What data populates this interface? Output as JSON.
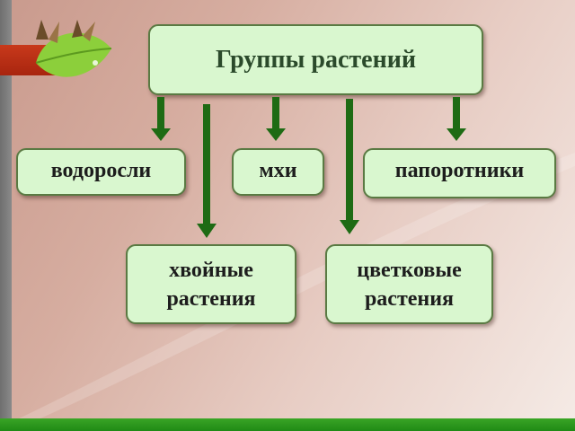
{
  "diagram": {
    "title": "Группы растений",
    "groups": [
      {
        "id": "algae",
        "label": "водоросли"
      },
      {
        "id": "mosses",
        "label": "мхи"
      },
      {
        "id": "ferns",
        "label": "папоротники"
      },
      {
        "id": "conifers",
        "line1": "хвойные",
        "line2": "растения"
      },
      {
        "id": "flowering",
        "line1": "цветковые",
        "line2": "растения"
      }
    ]
  },
  "colors": {
    "box_fill": "#d9f7cf",
    "box_border": "#5a7a43",
    "arrow": "#1e6b14",
    "bottom_bar": "#2a9b1d",
    "red_tab": "#b52e14",
    "background_start": "#c99a8d",
    "background_end": "#f5ebe6"
  },
  "decorations": {
    "logo_icon": "leaf-with-butterflies-icon"
  }
}
